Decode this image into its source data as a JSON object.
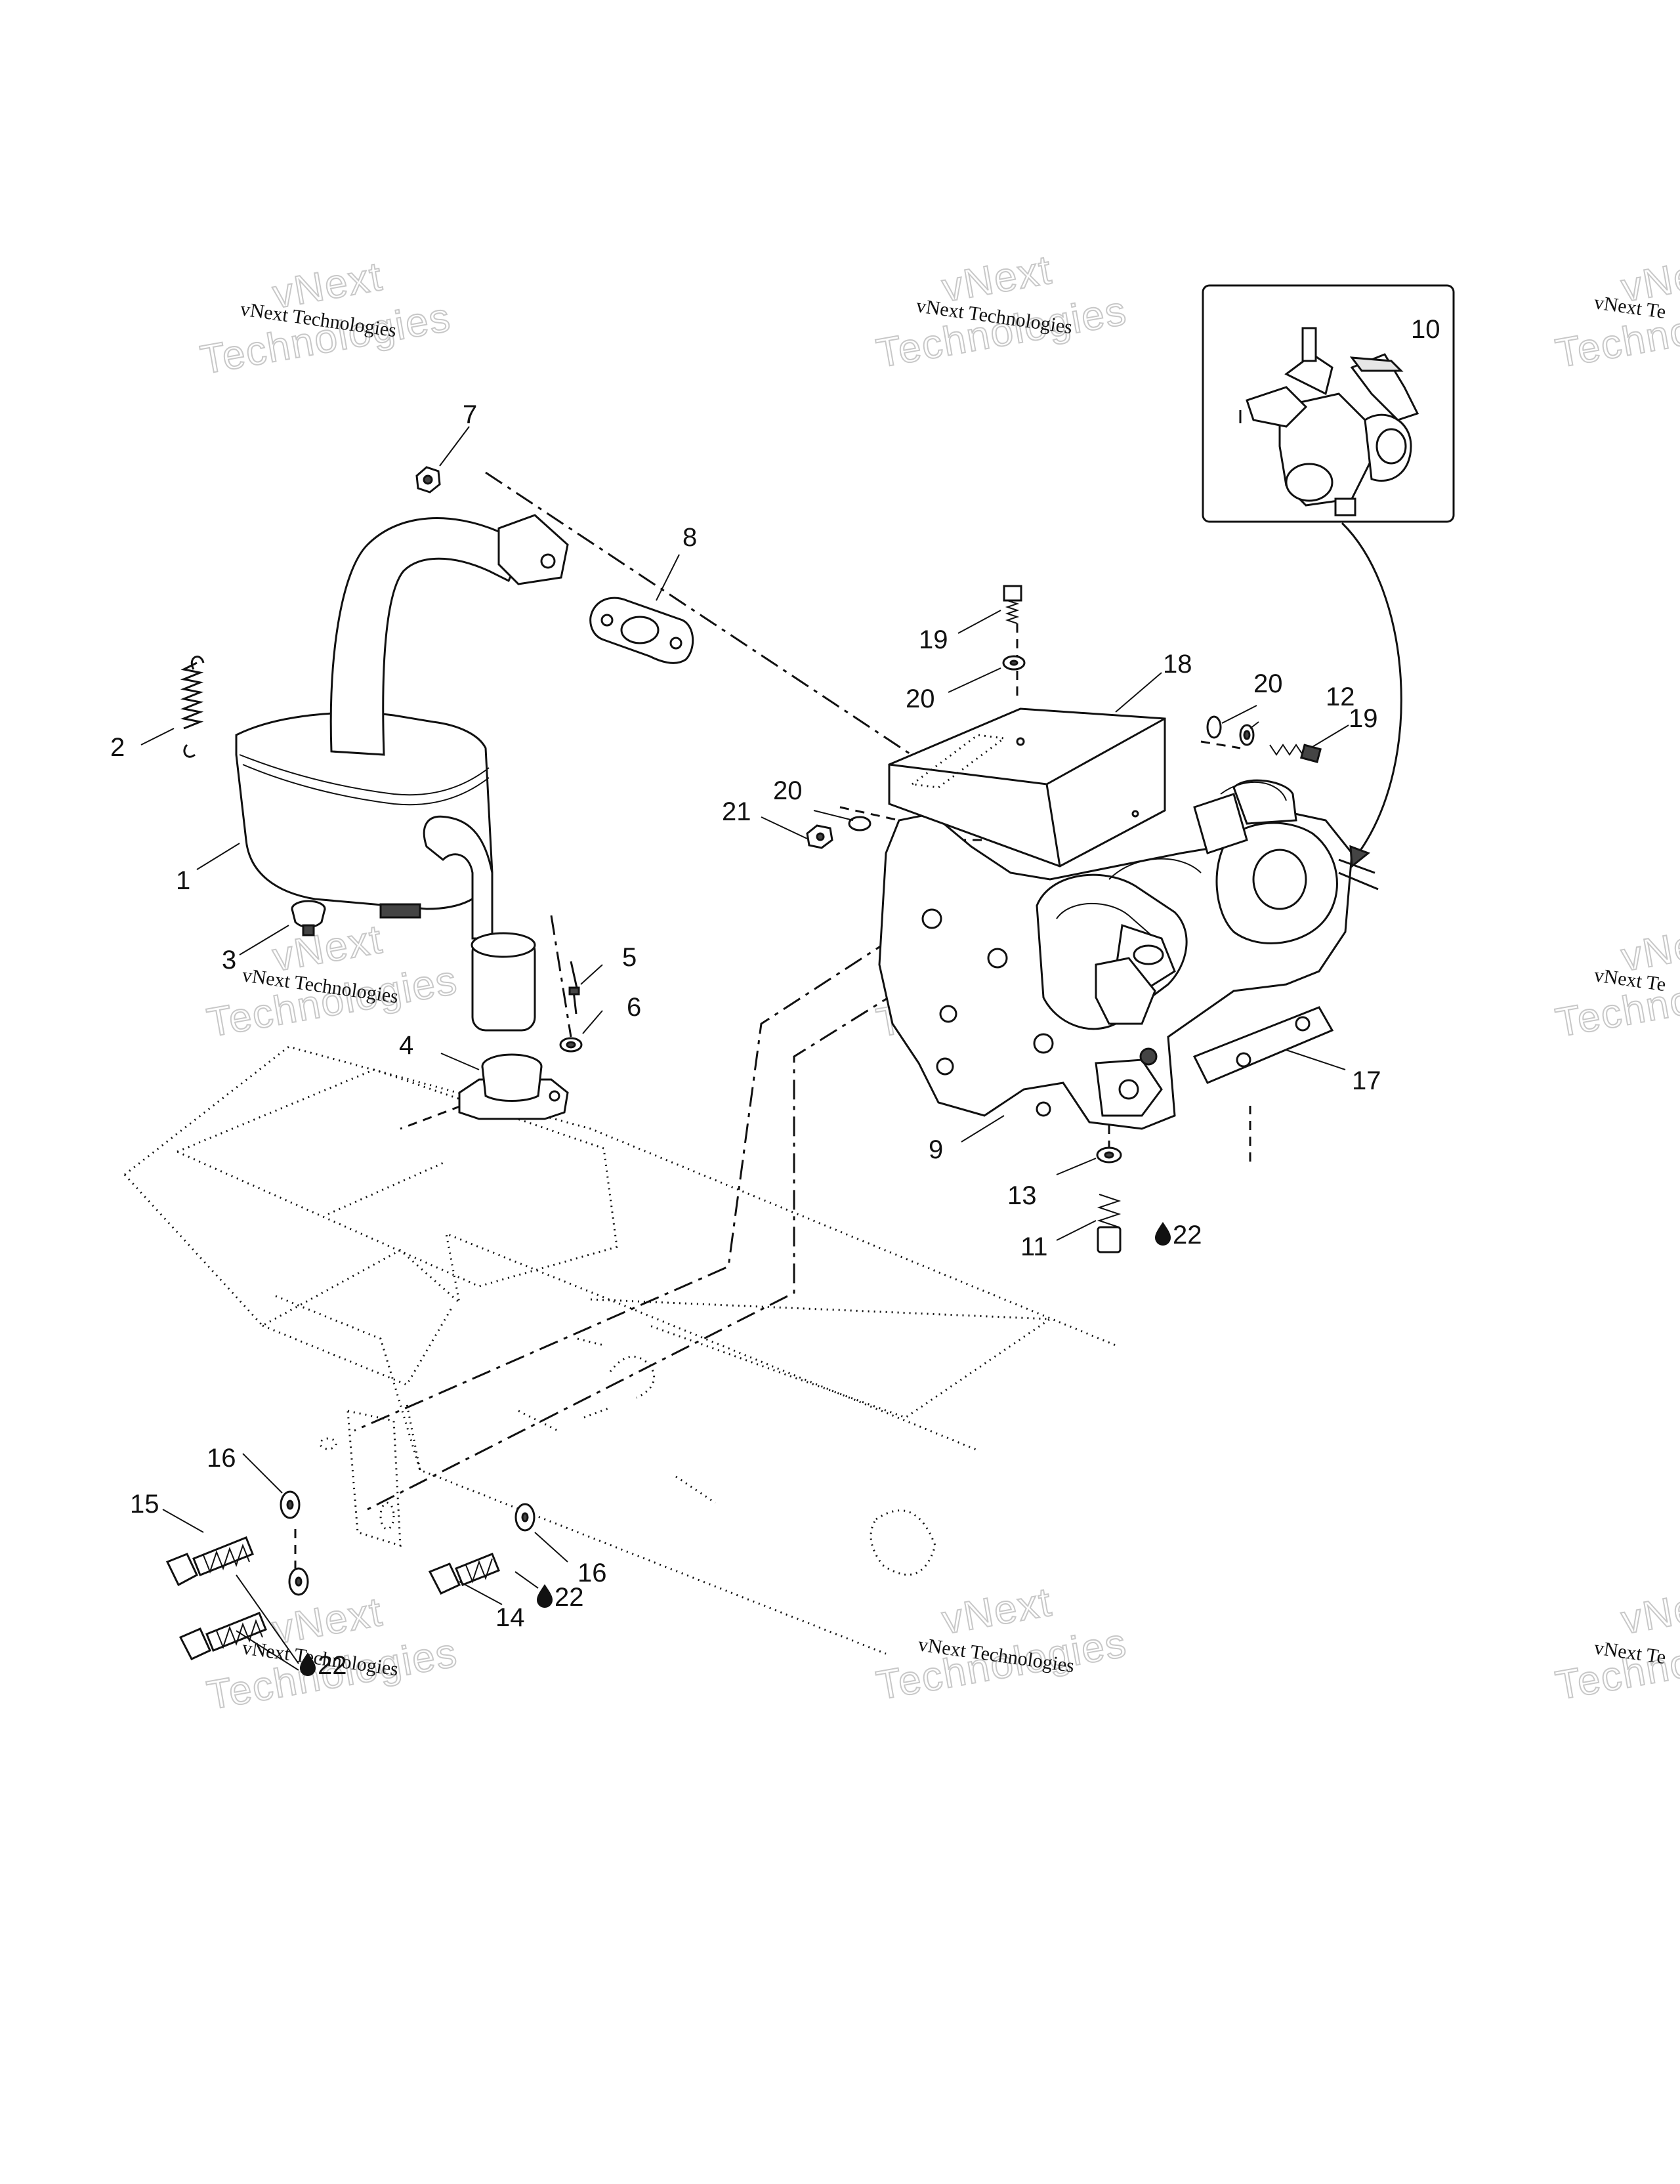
{
  "callouts": [
    {
      "id": "1",
      "text": "1"
    },
    {
      "id": "2",
      "text": "2"
    },
    {
      "id": "3",
      "text": "3"
    },
    {
      "id": "4",
      "text": "4"
    },
    {
      "id": "5",
      "text": "5"
    },
    {
      "id": "6",
      "text": "6"
    },
    {
      "id": "7",
      "text": "7"
    },
    {
      "id": "8",
      "text": "8"
    },
    {
      "id": "9",
      "text": "9"
    },
    {
      "id": "10",
      "text": "10"
    },
    {
      "id": "11",
      "text": "11"
    },
    {
      "id": "12",
      "text": "12"
    },
    {
      "id": "13",
      "text": "13"
    },
    {
      "id": "14",
      "text": "14"
    },
    {
      "id": "15",
      "text": "15"
    },
    {
      "id": "16a",
      "text": "16"
    },
    {
      "id": "16b",
      "text": "16"
    },
    {
      "id": "17",
      "text": "17"
    },
    {
      "id": "18",
      "text": "18"
    },
    {
      "id": "19a",
      "text": "19"
    },
    {
      "id": "19b",
      "text": "19"
    },
    {
      "id": "20a",
      "text": "20"
    },
    {
      "id": "20b",
      "text": "20"
    },
    {
      "id": "20c",
      "text": "20"
    },
    {
      "id": "21",
      "text": "21"
    },
    {
      "id": "22a",
      "text": "22"
    },
    {
      "id": "22b",
      "text": "22"
    },
    {
      "id": "22c",
      "text": "22"
    }
  ],
  "watermark": {
    "line1": "vNext Technologies",
    "line2a": "vNext",
    "line2b": "Technologies",
    "line1_cut": "vNext Te",
    "line2a_cut": "vNe",
    "line2b_cut": "Techno"
  },
  "icons": [
    "thread-locker-drop-icon"
  ]
}
